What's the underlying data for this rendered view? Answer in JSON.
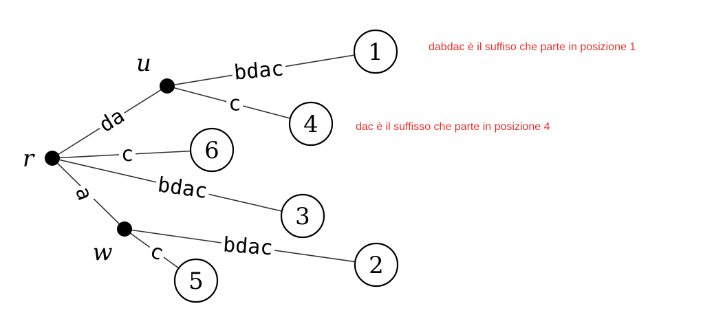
{
  "diagram": {
    "nodes": [
      {
        "id": "r",
        "kind": "internal",
        "name": "r"
      },
      {
        "id": "u",
        "kind": "internal",
        "name": "u"
      },
      {
        "id": "w",
        "kind": "internal",
        "name": "w"
      },
      {
        "id": "l1",
        "kind": "leaf",
        "label": "1"
      },
      {
        "id": "l4",
        "kind": "leaf",
        "label": "4"
      },
      {
        "id": "l6",
        "kind": "leaf",
        "label": "6"
      },
      {
        "id": "l3",
        "kind": "leaf",
        "label": "3"
      },
      {
        "id": "l2",
        "kind": "leaf",
        "label": "2"
      },
      {
        "id": "l5",
        "kind": "leaf",
        "label": "5"
      }
    ],
    "edges": [
      {
        "from": "r",
        "to": "u",
        "label": "da"
      },
      {
        "from": "u",
        "to": "l1",
        "label": "bdac"
      },
      {
        "from": "u",
        "to": "l4",
        "label": "c"
      },
      {
        "from": "r",
        "to": "l6",
        "label": "c"
      },
      {
        "from": "r",
        "to": "l3",
        "label": "bdac"
      },
      {
        "from": "r",
        "to": "w",
        "label": "a"
      },
      {
        "from": "w",
        "to": "l2",
        "label": "bdac"
      },
      {
        "from": "w",
        "to": "l5",
        "label": "c"
      }
    ]
  },
  "annotations": {
    "suffix_1": "dabdac è il suffiso che parte in posizione 1",
    "suffix_4": "dac è il suffisso che parte in posizione 4"
  },
  "colors": {
    "annotation": "#e8302c",
    "edge": "#333333",
    "node": "#000000"
  }
}
